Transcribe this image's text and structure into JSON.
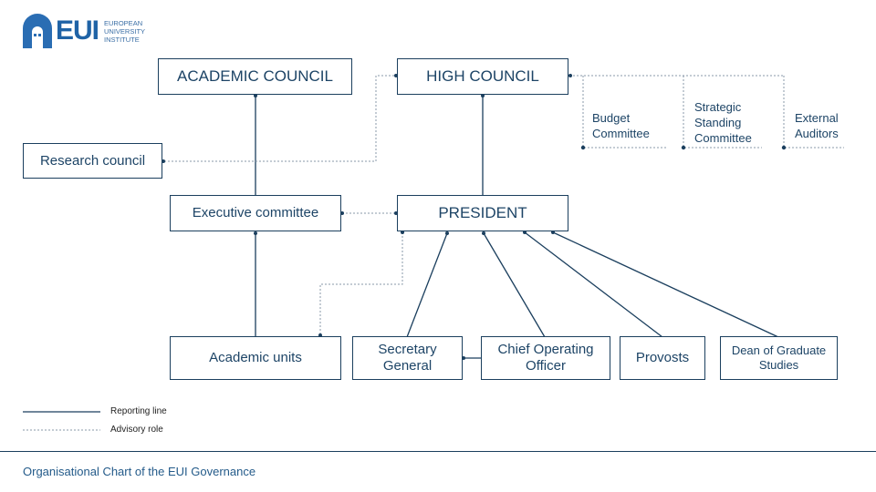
{
  "logo": {
    "icon": "eui-door-arch-icon",
    "word": "EUI",
    "subtitle_lines": [
      "EUROPEAN",
      "UNIVERSITY",
      "INSTITUTE"
    ]
  },
  "nodes": {
    "academic_council": "ACADEMIC COUNCIL",
    "high_council": "HIGH COUNCIL",
    "research_council": "Research council",
    "executive_committee": "Executive committee",
    "president": "PRESIDENT",
    "academic_units": "Academic units",
    "secretary_general": [
      "Secretary",
      "General"
    ],
    "chief_operating_officer": [
      "Chief Operating",
      "Officer"
    ],
    "provosts": "Provosts",
    "dean_graduate_studies": [
      "Dean of Graduate",
      "Studies"
    ]
  },
  "advisory_bodies": {
    "budget_committee": [
      "Budget",
      "Committee"
    ],
    "strategic_standing_committee": [
      "Strategic",
      "Standing",
      "Committee"
    ],
    "external_auditors": [
      "External",
      "Auditors"
    ]
  },
  "legend": {
    "reporting_line": "Reporting line",
    "advisory_role": "Advisory role"
  },
  "footer": {
    "title": "Organisational Chart of the EUI Governance"
  },
  "colors": {
    "line": "#1b3f5e",
    "advisory_line": "#8a9aa8",
    "text": "#1d4466",
    "logo": "#1f63a6"
  }
}
